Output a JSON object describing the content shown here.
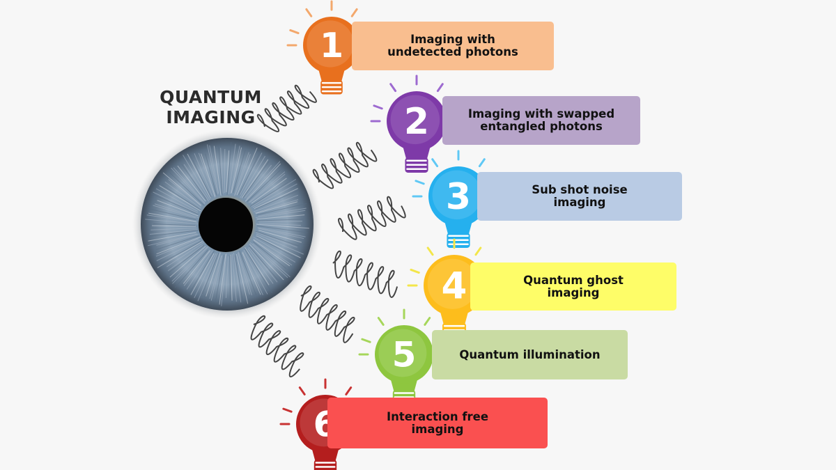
{
  "title": {
    "line1": "QUANTUM",
    "line2": "IMAGING"
  },
  "items": [
    {
      "number": "1",
      "line1": "Imaging with",
      "line2": "undetected photons",
      "bulb_color": "#e8701e",
      "box_color": "#f9be8f"
    },
    {
      "number": "2",
      "line1": "Imaging with swapped",
      "line2": "entangled photons",
      "bulb_color": "#7e3aa8",
      "box_color": "#b7a4c9"
    },
    {
      "number": "3",
      "line1": "Sub shot noise",
      "line2": "imaging",
      "bulb_color": "#25b0ee",
      "box_color": "#b9cbe4"
    },
    {
      "number": "4",
      "line1": "Quantum ghost",
      "line2": "imaging",
      "bulb_color": "#fdbd1c",
      "box_color": "#fefd68"
    },
    {
      "number": "5",
      "line1": "Quantum illumination",
      "line2": "",
      "bulb_color": "#8ec63f",
      "box_color": "#c9dba3"
    },
    {
      "number": "6",
      "line1": "Interaction free",
      "line2": "imaging",
      "bulb_color": "#b41e1e",
      "box_color": "#fa5050"
    }
  ],
  "ray_colors": [
    "#f3a86c",
    "#9d6ad0",
    "#5fc8f5",
    "#f3e64a",
    "#a6d65a",
    "#c83232"
  ],
  "eye": {
    "iris_color": "#7e93a8",
    "pupil_color": "#050505"
  }
}
